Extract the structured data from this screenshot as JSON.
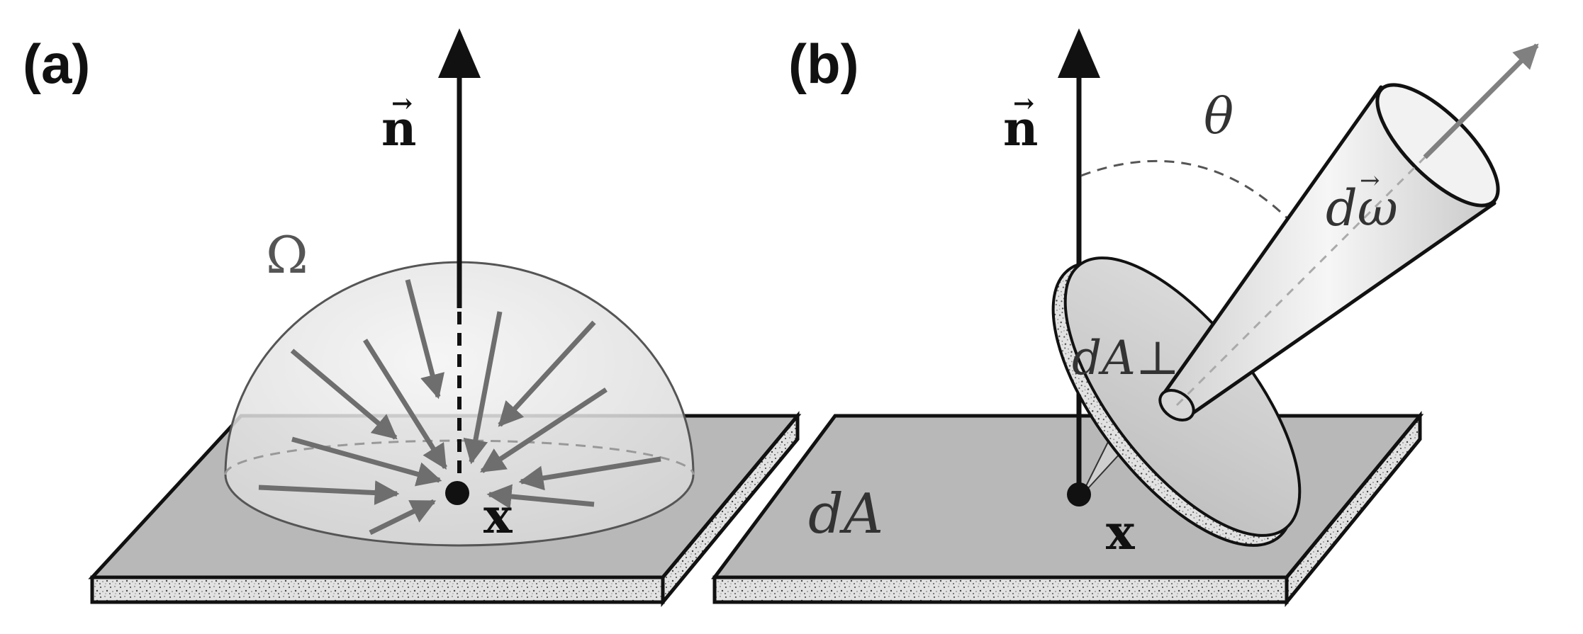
{
  "panels": [
    {
      "label": "(a)",
      "normal_label": "n",
      "hemisphere_label": "Ω",
      "point_label": "x"
    },
    {
      "label": "(b)",
      "normal_label": "n",
      "angle_label": "θ",
      "solid_angle_label": "dω",
      "area_label": "dA",
      "projected_area_label": "dA⊥",
      "point_label": "x"
    }
  ],
  "colors": {
    "background": "#ffffff",
    "plate_top": "#b8b8b8",
    "plate_edge": "#d8d8d8",
    "outline": "#111111",
    "incoming_arrows": "#6e6e6e",
    "hemisphere_fill": "#e6e6e6",
    "outgoing_arrow": "#808080"
  }
}
